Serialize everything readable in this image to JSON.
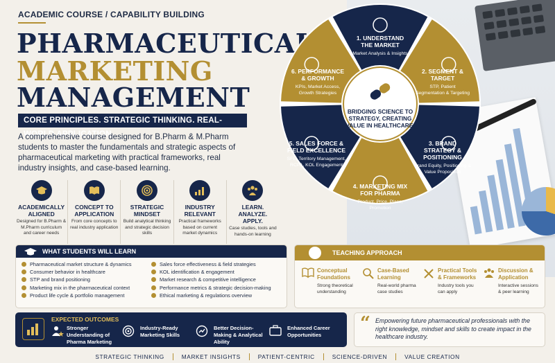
{
  "header": {
    "eyebrow": "ACADEMIC COURSE / CAPABILITY BUILDING",
    "title_line1": "PHARMACEUTICAL",
    "title_line2": "MARKETING",
    "title_line3": "MANAGEMENT",
    "tagline": "CORE PRINCIPLES. STRATEGIC THINKING. REAL-WORLD APPLICATION.",
    "intro": "A comprehensive course designed for B.Pharm & M.Pharm students to master the fundamentals and strategic aspects of pharmaceutical marketing with practical frameworks, real industry insights, and case-based learning."
  },
  "features": [
    {
      "icon": "graduation-cap-icon",
      "title": "ACADEMICALLY ALIGNED",
      "desc": "Designed for B.Pharm & M.Pharm curriculum and career needs"
    },
    {
      "icon": "open-book-icon",
      "title": "CONCEPT TO APPLICATION",
      "desc": "From core concepts to real industry application"
    },
    {
      "icon": "target-icon",
      "title": "STRATEGIC MINDSET",
      "desc": "Build analytical thinking and strategic decision skills"
    },
    {
      "icon": "bar-chart-icon",
      "title": "INDUSTRY RELEVANT",
      "desc": "Practical frameworks based on current market dynamics"
    },
    {
      "icon": "people-icon",
      "title": "LEARN. ANALYZE. APPLY.",
      "desc": "Case studies, tools and hands-on learning"
    }
  ],
  "wheel": {
    "center": "BRIDGING SCIENCE TO STRATEGY, CREATING VALUE IN HEALTHCARE.",
    "segments": [
      {
        "title": "1. UNDERSTAND THE MARKET",
        "desc": "Market Analysis & Insights",
        "color": "#16264a"
      },
      {
        "title": "2. SEGMENT & TARGET",
        "desc": "STP, Patient Segmentation & Targeting",
        "color": "#b38f32"
      },
      {
        "title": "3. BRAND STRATEGY & POSITIONING",
        "desc": "Brand Equity, Positioning & Value Proposition",
        "color": "#16264a"
      },
      {
        "title": "4. MARKETING MIX FOR PHARMA",
        "desc": "Product, Price, Place, Promotion",
        "color": "#b38f32"
      },
      {
        "title": "5. SALES FORCE & FIELD EXCELLENCE",
        "desc": "SFE, Territory Management, RCPA, KOL Engagement",
        "color": "#16264a"
      },
      {
        "title": "6. PERFORMANCE & GROWTH",
        "desc": "KPIs, Market Access, Growth Strategies",
        "color": "#b38f32"
      }
    ]
  },
  "learn": {
    "heading": "WHAT STUDENTS WILL LEARN",
    "left": [
      "Pharmaceutical market structure & dynamics",
      "Consumer behavior in healthcare",
      "STP and brand positioning",
      "Marketing mix in the pharmaceutical context",
      "Product life cycle & portfolio management"
    ],
    "right": [
      "Sales force effectiveness & field strategies",
      "KOL identification & engagement",
      "Market research & competitive intelligence",
      "Performance metrics & strategic decision-making",
      "Ethical marketing & regulations overview"
    ]
  },
  "teaching": {
    "heading": "TEACHING APPROACH",
    "items": [
      {
        "title": "Conceptual Foundations",
        "desc": "Strong theoretical understanding"
      },
      {
        "title": "Case-Based Learning",
        "desc": "Real-world pharma case studies"
      },
      {
        "title": "Practical Tools & Frameworks",
        "desc": "Industry tools you can apply"
      },
      {
        "title": "Discussion & Application",
        "desc": "Interactive sessions & peer learning"
      }
    ]
  },
  "outcomes": {
    "heading": "EXPECTED OUTCOMES",
    "items": [
      "Stronger Understanding of Pharma Marketing",
      "Industry-Ready Marketing Skills",
      "Better Decision-Making & Analytical Ability",
      "Enhanced Career Opportunities"
    ]
  },
  "quote": "Empowering future pharmaceutical professionals with the right knowledge, mindset and skills to create impact in the healthcare industry.",
  "footer": [
    "STRATEGIC THINKING",
    "MARKET INSIGHTS",
    "PATIENT-CENTRIC",
    "SCIENCE-DRIVEN",
    "VALUE CREATION"
  ],
  "colors": {
    "navy": "#16264a",
    "gold": "#b38f32"
  }
}
